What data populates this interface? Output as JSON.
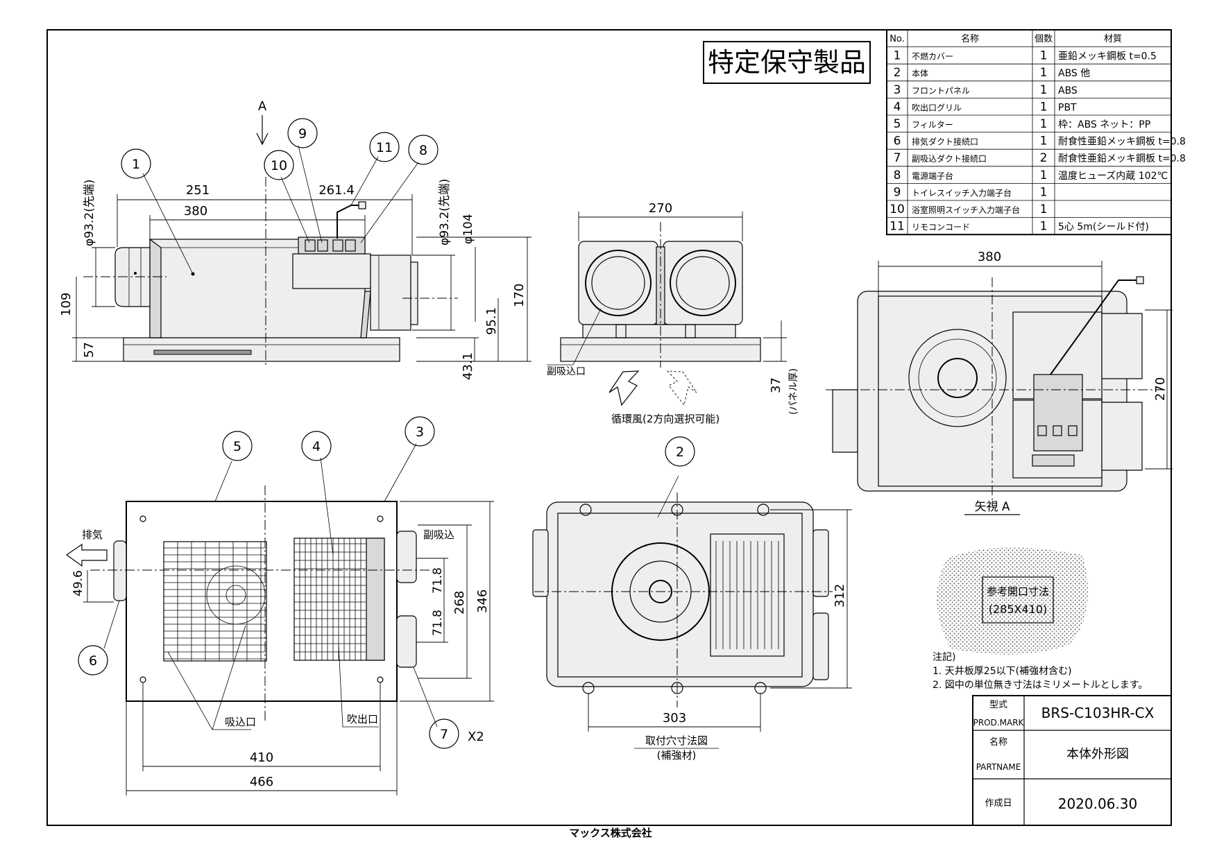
{
  "stamp": "特定保守製品",
  "parts_table": {
    "headers": [
      "No.",
      "名称",
      "個数",
      "材質"
    ],
    "rows": [
      [
        "1",
        "不燃カバー",
        "1",
        "亜鉛メッキ鋼板 t=0.5"
      ],
      [
        "2",
        "本体",
        "1",
        "ABS 他"
      ],
      [
        "3",
        "フロントパネル",
        "1",
        "ABS"
      ],
      [
        "4",
        "吹出口グリル",
        "1",
        "PBT"
      ],
      [
        "5",
        "フィルター",
        "1",
        "枠：ABS ネット：PP"
      ],
      [
        "6",
        "排気ダクト接続口",
        "1",
        "耐食性亜鉛メッキ鋼板 t=0.8"
      ],
      [
        "7",
        "副吸込ダクト接続口",
        "2",
        "耐食性亜鉛メッキ鋼板 t=0.8"
      ],
      [
        "8",
        "電源端子台",
        "1",
        "温度ヒューズ内蔵 102℃"
      ],
      [
        "9",
        "トイレスイッチ入力端子台",
        "1",
        ""
      ],
      [
        "10",
        "浴室照明スイッチ入力端子台",
        "1",
        ""
      ],
      [
        "11",
        "リモコンコード",
        "1",
        "5心 5m(シールド付)"
      ]
    ]
  },
  "side_view": {
    "arrow_label": "A",
    "dim_251": "251",
    "dim_380": "380",
    "dim_261_4": "261.4",
    "dim_phi93_left": "φ93.2(先端)",
    "dim_phi93_right": "φ93.2(先端)",
    "dim_phi104": "φ104",
    "dim_109": "109",
    "dim_57": "57",
    "dim_170": "170",
    "dim_95_1": "95.1",
    "dim_43_1": "43.1"
  },
  "end_view": {
    "dim_270": "270",
    "label_sub_inlet": "副吸込口",
    "label_circ": "循環風(2方向選択可能)",
    "dim_37": "37",
    "dim_37_note": "(パネル厚)"
  },
  "top_view": {
    "dim_380": "380",
    "dim_270": "270",
    "caption": "矢視 A"
  },
  "front_view": {
    "label_exhaust": "排気",
    "label_sub_inlet": "副吸込",
    "dim_49_6": "49.6",
    "dim_71_8a": "71.8",
    "dim_71_8b": "71.8",
    "dim_268": "268",
    "dim_346": "346",
    "dim_410": "410",
    "dim_466": "466",
    "label_inlet": "吸込口",
    "label_outlet": "吹出口",
    "qty_x2": "X2"
  },
  "bottom_view": {
    "dim_303": "303",
    "dim_312": "312",
    "caption1": "取付穴寸法図",
    "caption2": "(補強材)"
  },
  "opening": {
    "line1": "参考開口寸法",
    "line2": "(285X410)"
  },
  "notes": {
    "title": "注記)",
    "n1": "1. 天井板厚25以下(補強材含む)",
    "n2": "2. 図中の単位無き寸法はミリメートルとします。"
  },
  "title_block": {
    "model_label_jp": "型式",
    "model_label_en": "PROD.MARK",
    "model_value": "BRS-C103HR-CX",
    "name_label_jp": "名称",
    "name_label_en": "PARTNAME",
    "name_value": "本体外形図",
    "date_label": "作成日",
    "date_value": "2020.06.30"
  },
  "balloons": [
    "1",
    "9",
    "10",
    "11",
    "8",
    "5",
    "4",
    "3",
    "2",
    "6",
    "7"
  ],
  "maker_logo": "マックス株式会社"
}
